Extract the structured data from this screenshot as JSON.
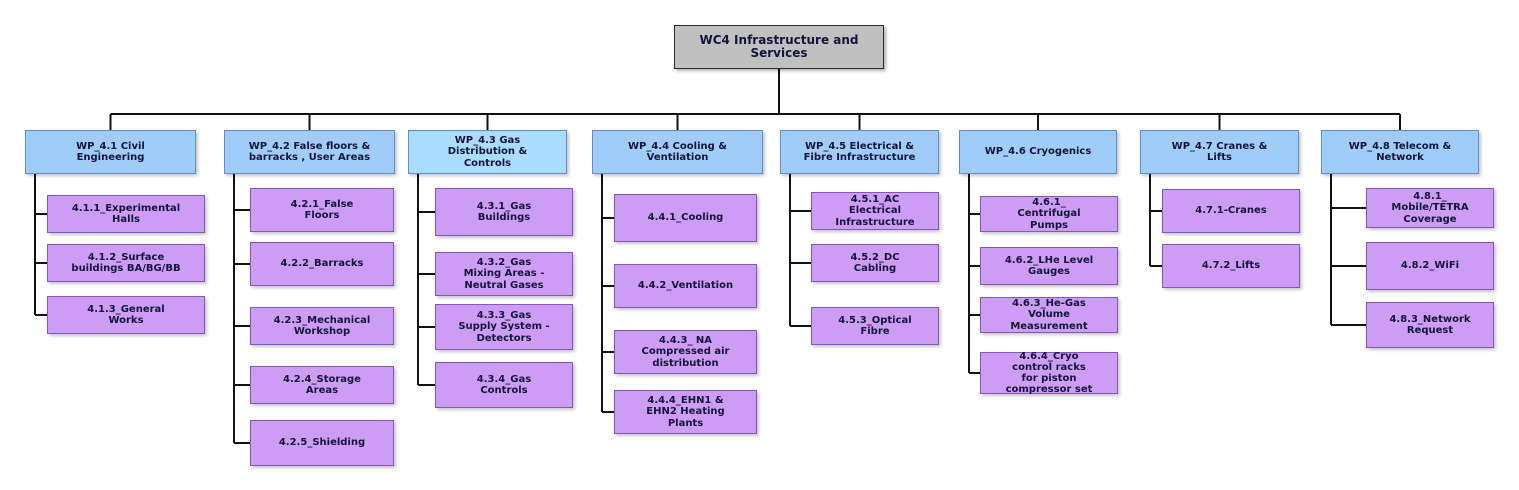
{
  "diagram": {
    "root": "WC4 Infrastructure and\nServices",
    "work_packages": [
      {
        "label": "WP_4.1 Civil\nEngineering",
        "tasks": [
          "4.1.1_Experimental\nHalls",
          "4.1.2_Surface\nbuildings BA/BG/BB",
          "4.1.3_General\nWorks"
        ]
      },
      {
        "label": "WP_4.2 False floors &\nbarracks , User Areas",
        "tasks": [
          "4.2.1_False\nFloors",
          "4.2.2_Barracks",
          "4.2.3_Mechanical\nWorkshop",
          "4.2.4_Storage\nAreas",
          "4.2.5_Shielding"
        ]
      },
      {
        "label": "WP_4.3 Gas\nDistribution &\nControls",
        "tasks": [
          "4.3.1_Gas\nBuildings",
          "4.3.2_Gas\nMixing Areas -\nNeutral Gases",
          "4.3.3_Gas\nSupply System -\nDetectors",
          "4.3.4_Gas\nControls"
        ]
      },
      {
        "label": "WP_4.4 Cooling &\nVentilation",
        "tasks": [
          "4.4.1_Cooling",
          "4.4.2_Ventilation",
          "4.4.3_ NA\nCompressed air\ndistribution",
          "4.4.4_EHN1 &\nEHN2 Heating\nPlants"
        ]
      },
      {
        "label": "WP_4.5 Electrical &\nFibre Infrastructure",
        "tasks": [
          "4.5.1_AC\nElectrical\nInfrastructure",
          "4.5.2_DC\nCabling",
          "4.5.3_Optical\nFibre"
        ]
      },
      {
        "label": "WP_4.6 Cryogenics",
        "tasks": [
          "4.6.1_\nCentrifugal\nPumps",
          "4.6.2_LHe Level\nGauges",
          "4.6.3_He-Gas\nVolume\nMeasurement",
          "4.6.4_Cryo\ncontrol racks\nfor piston\ncompressor set"
        ]
      },
      {
        "label": "WP_4.7 Cranes &\nLifts",
        "tasks": [
          "4.7.1-Cranes",
          "4.7.2_Lifts"
        ]
      },
      {
        "label": "WP_4.8 Telecom &\nNetwork",
        "tasks": [
          "4.8.1_\nMobile/TETRA\nCoverage",
          "4.8.2_WiFi",
          "4.8.3_Network\nRequest"
        ]
      }
    ]
  }
}
